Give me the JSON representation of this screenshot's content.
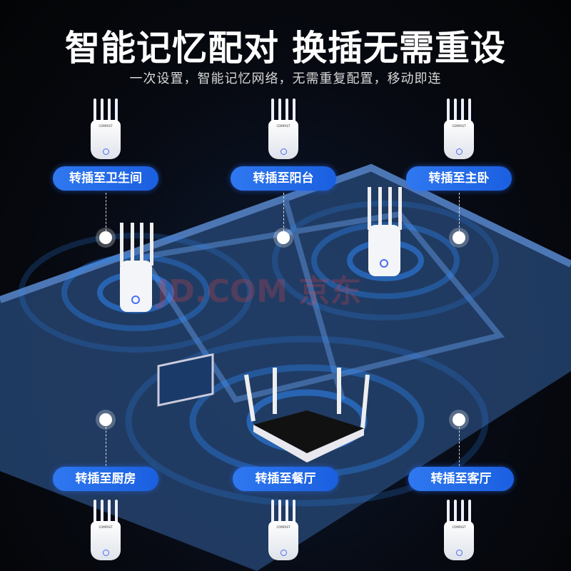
{
  "header": {
    "title": "智能记忆配对 换插无需重设",
    "subtitle": "一次设置，智能记忆网络，无需重复配置，移动即连"
  },
  "brand": "COMFAST",
  "watermark": "JD.COM 京东",
  "locations": {
    "top": [
      "转插至卫生间",
      "转插至阳台",
      "转插至主卧"
    ],
    "bottom": [
      "转插至厨房",
      "转插至餐厅",
      "转插至客厅"
    ]
  },
  "colors": {
    "accent": "#2f78f0",
    "background": "#050607",
    "floor": "#2a4f86"
  }
}
